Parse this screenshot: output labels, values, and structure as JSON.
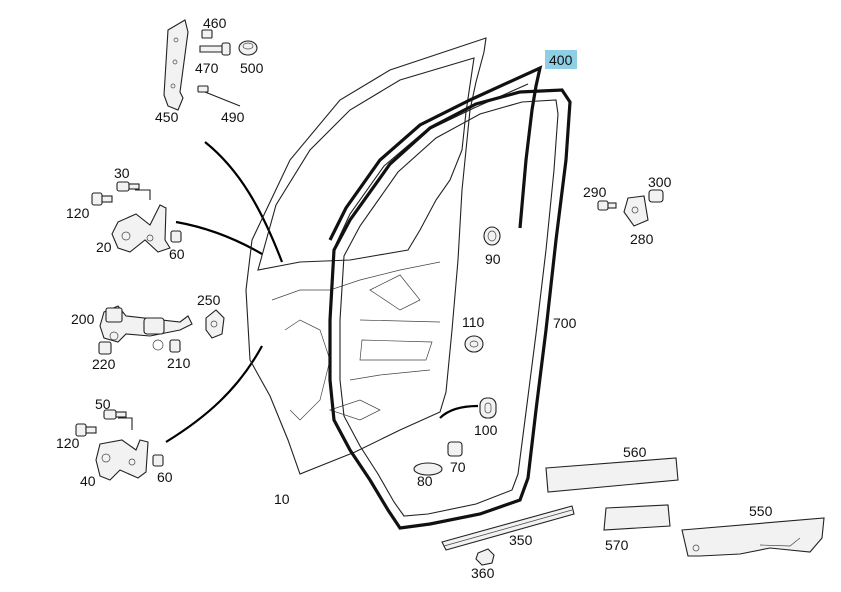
{
  "diagram": {
    "callouts": [
      {
        "id": "c460",
        "label": "460"
      },
      {
        "id": "c470",
        "label": "470"
      },
      {
        "id": "c500",
        "label": "500"
      },
      {
        "id": "c450",
        "label": "450"
      },
      {
        "id": "c490",
        "label": "490"
      },
      {
        "id": "c30",
        "label": "30"
      },
      {
        "id": "c120a",
        "label": "120"
      },
      {
        "id": "c20",
        "label": "20"
      },
      {
        "id": "c60a",
        "label": "60"
      },
      {
        "id": "c200",
        "label": "200"
      },
      {
        "id": "c250",
        "label": "250"
      },
      {
        "id": "c220",
        "label": "220"
      },
      {
        "id": "c210",
        "label": "210"
      },
      {
        "id": "c50",
        "label": "50"
      },
      {
        "id": "c120b",
        "label": "120"
      },
      {
        "id": "c40",
        "label": "40"
      },
      {
        "id": "c60b",
        "label": "60"
      },
      {
        "id": "c10",
        "label": "10"
      },
      {
        "id": "c400",
        "label": "400",
        "highlighted": true
      },
      {
        "id": "c290",
        "label": "290"
      },
      {
        "id": "c300",
        "label": "300"
      },
      {
        "id": "c280",
        "label": "280"
      },
      {
        "id": "c90",
        "label": "90"
      },
      {
        "id": "c110",
        "label": "110"
      },
      {
        "id": "c700",
        "label": "700"
      },
      {
        "id": "c100",
        "label": "100"
      },
      {
        "id": "c70",
        "label": "70"
      },
      {
        "id": "c80",
        "label": "80"
      },
      {
        "id": "c560",
        "label": "560"
      },
      {
        "id": "c550",
        "label": "550"
      },
      {
        "id": "c570",
        "label": "570"
      },
      {
        "id": "c350",
        "label": "350"
      },
      {
        "id": "c360",
        "label": "360"
      }
    ],
    "highlight_color": "#8ecfe6"
  }
}
